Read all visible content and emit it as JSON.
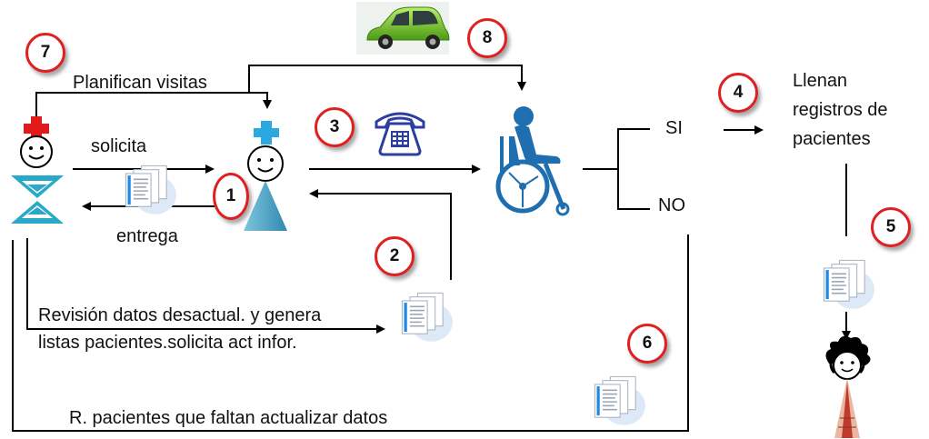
{
  "badges": [
    "7",
    "8",
    "3",
    "1",
    "2",
    "4",
    "5",
    "6"
  ],
  "labels": {
    "planifican": "Planifican visitas",
    "solicita": "solicita",
    "entrega": "entrega",
    "si": "SI",
    "no": "NO",
    "registros_1": "Llenan",
    "registros_2": "registros de",
    "registros_3": "pacientes",
    "revision_1": "Revisión datos desactual. y genera",
    "revision_2": "listas  pacientes.solicita act infor.",
    "faltan": "R. pacientes que faltan actualizar datos"
  },
  "icons": {
    "doctor": "doctor-red-cross-icon",
    "nurse": "nurse-blue-cross-icon",
    "patient": "wheelchair-patient-icon",
    "phone": "telephone-icon",
    "car": "green-car-icon",
    "document": "document-stack-icon",
    "person": "woman-person-icon"
  },
  "colors": {
    "badge_border": "#e02020",
    "doctor_body": "#2aa8c8",
    "doctor_cross": "#e21a1a",
    "nurse_cross": "#29a9e0",
    "nurse_body": "#3a94c0",
    "patient": "#1f6fb0",
    "car": "#6cc12a",
    "phone": "#2c3e9e"
  }
}
